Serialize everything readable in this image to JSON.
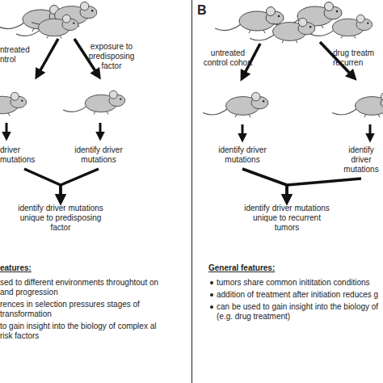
{
  "diagram": {
    "nodes": [
      {
        "text": [
          "driver mutations"
        ]
      },
      {
        "text": [
          "identify driver mutations"
        ]
      },
      {
        "text": [
          "identify driver mutations unique to predisposing factor"
        ]
      },
      {
        "text": [
          "identify driver mutations"
        ]
      },
      {
        "text": [
          "identify driver mutations"
        ]
      },
      {
        "text": [
          "identify driver mutations unique to recurrent tumors"
        ]
      }
    ],
    "edges": [
      {
        "from": 0,
        "to": 2,
        "arrow": "to"
      },
      {
        "from": 1,
        "to": 2,
        "arrow": "to"
      },
      {
        "from": 3,
        "to": 5,
        "arrow": "to"
      },
      {
        "from": 4,
        "to": 5,
        "arrow": "to"
      }
    ],
    "labels": [
      "B",
      "ntreated ntrol",
      "exposure to predisposing factor",
      "eatures:",
      "sed to different environments throughtout on and progression",
      "rences in selection pressures stages of transformation",
      "to gain insight into the biology of complex al risk factors",
      "untreated control cohort",
      "drug treatm recurren",
      "General features:",
      "tumors share common inititation conditions",
      "addition of treatment after initiation reduces g",
      "can be used to gain insight into the biology of (e.g. drug treatment)"
    ]
  }
}
